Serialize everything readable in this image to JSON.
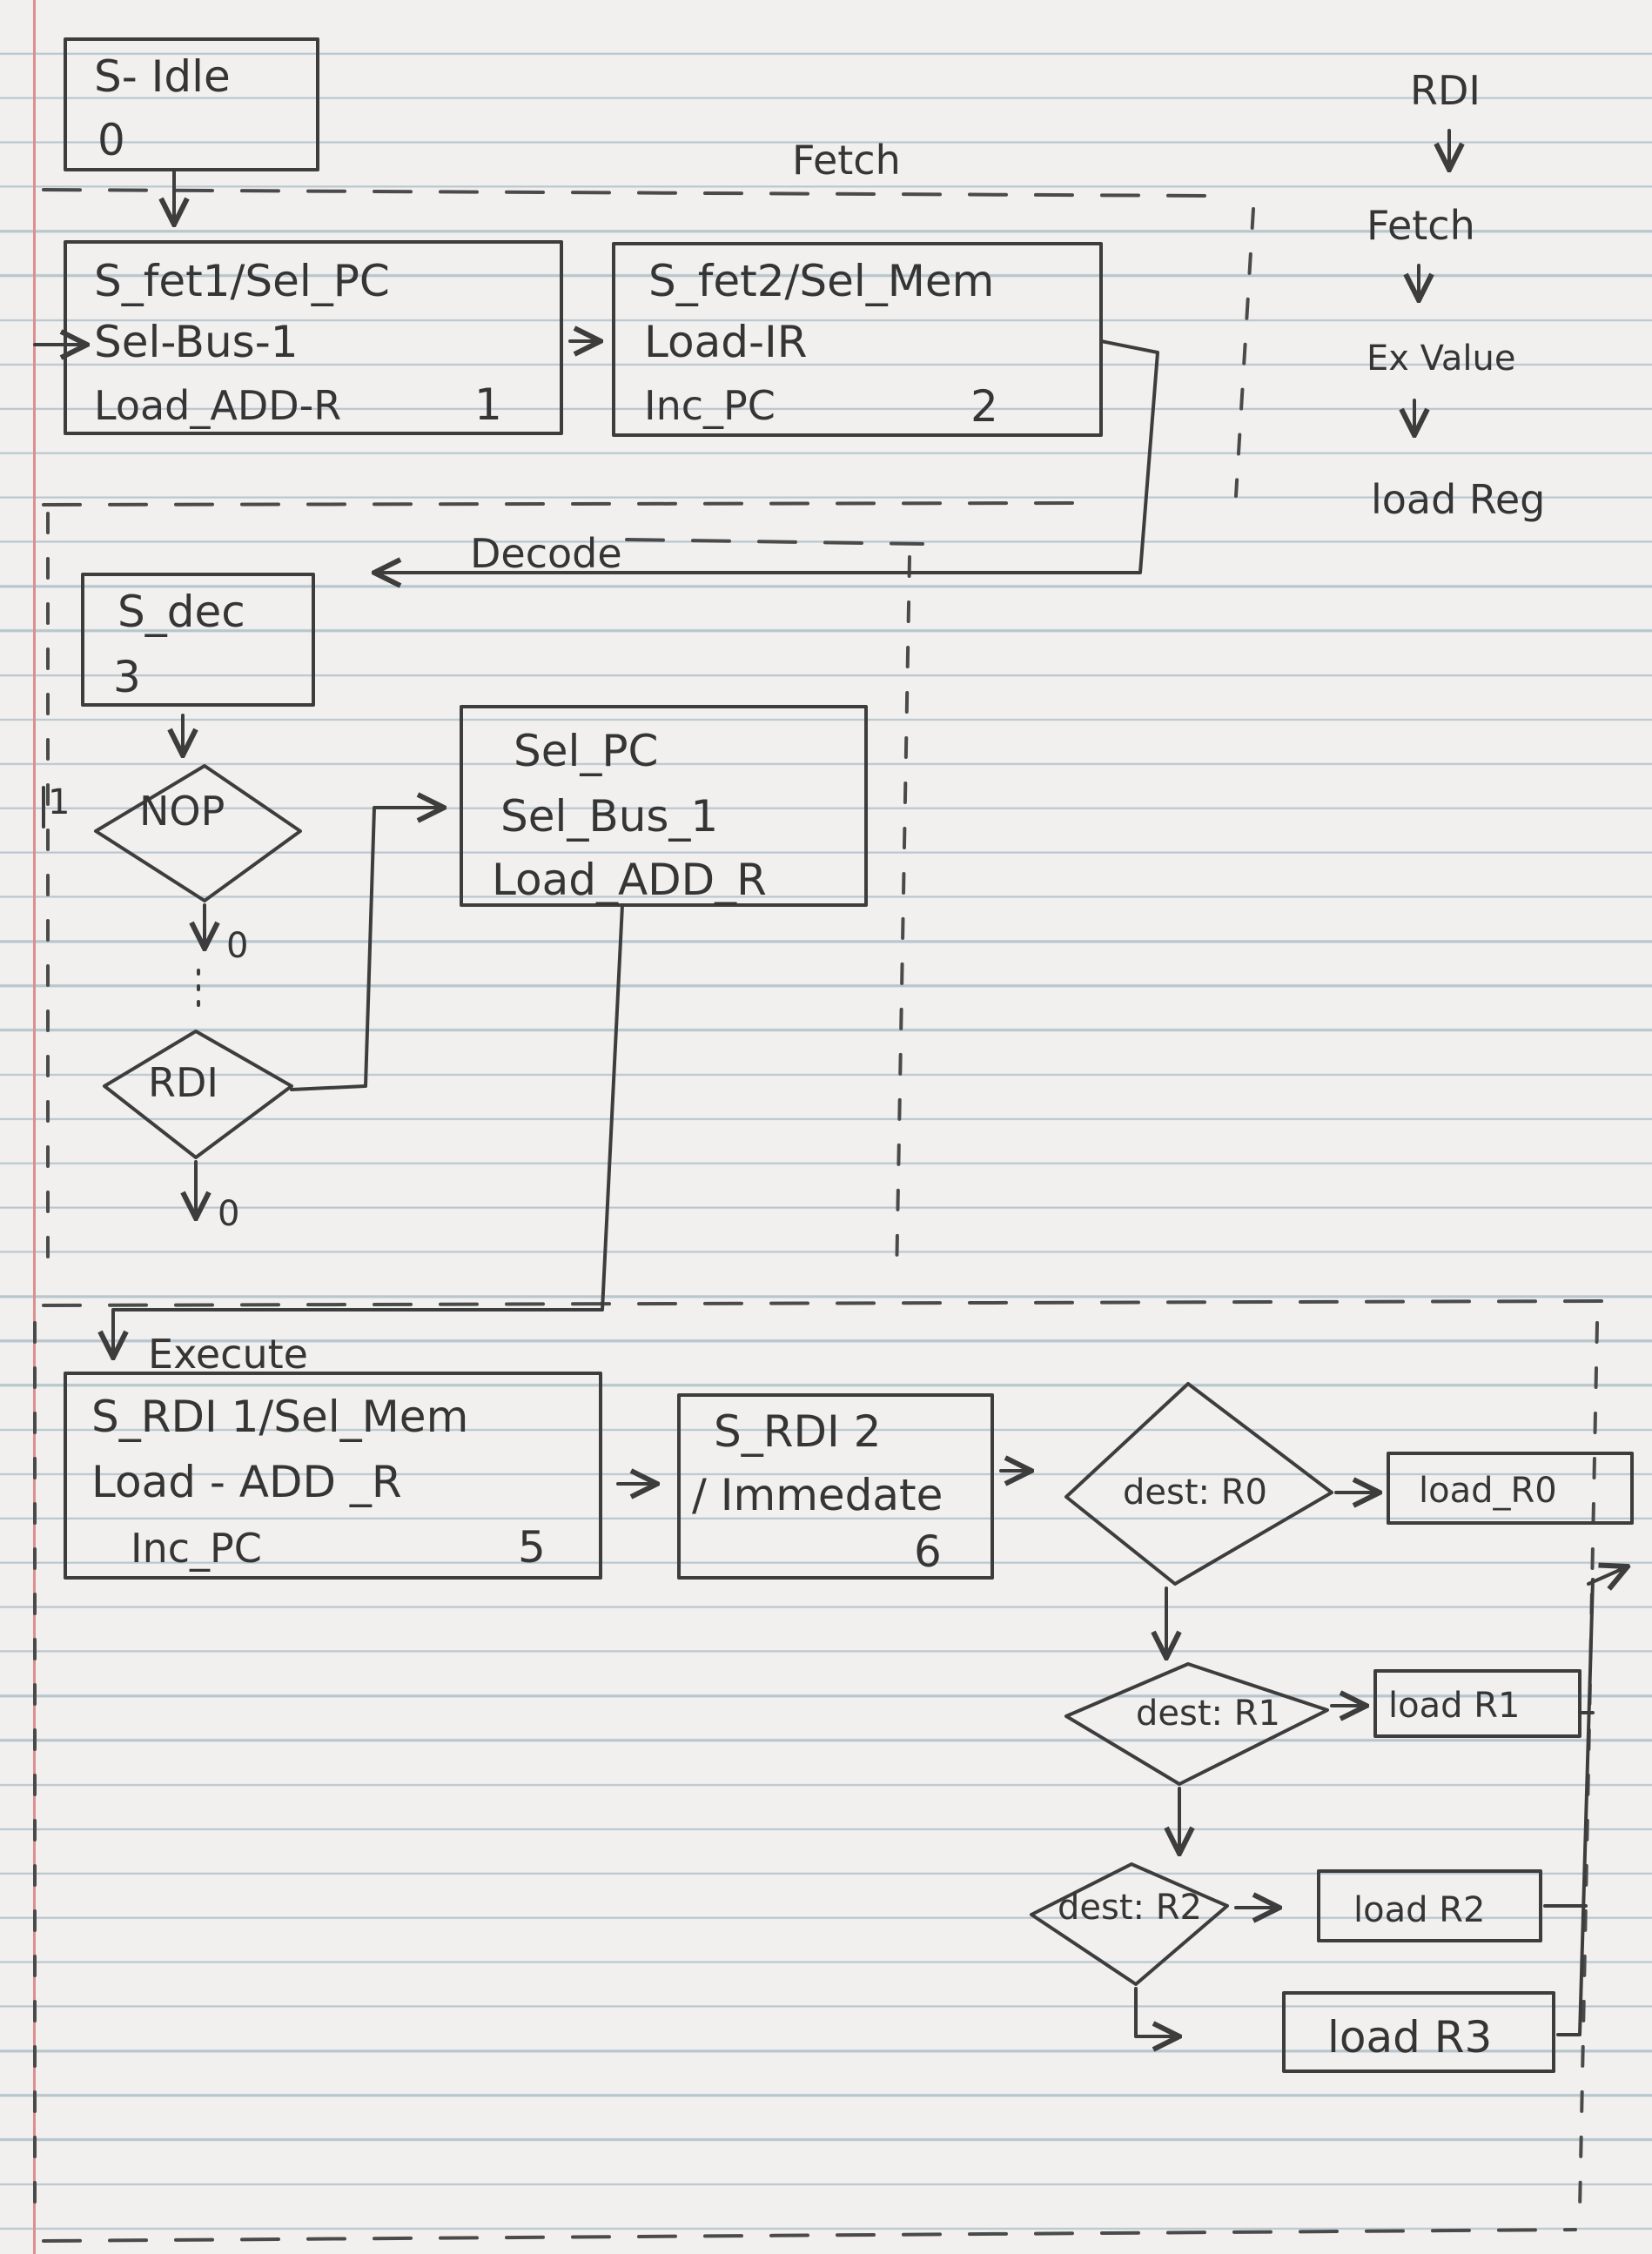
{
  "sections": {
    "fetch": "Fetch",
    "decode": "Decode",
    "execute": "Execute"
  },
  "states": {
    "idle": {
      "name": "S- Idle",
      "num": "0"
    },
    "fet1": {
      "line1": "S_fet1/Sel_PC",
      "line2": "Sel-Bus-1",
      "line3": "Load_ADD-R",
      "num": "1"
    },
    "fet2": {
      "line1": "S_fet2/Sel_Mem",
      "line2": "Load-IR",
      "line3": "Inc_PC",
      "num": "2"
    },
    "dec": {
      "name": "S_dec",
      "num": "3"
    },
    "addr": {
      "line1": "Sel_PC",
      "line2": "Sel_Bus_1",
      "line3": "Load_ADD_R"
    },
    "rdi1": {
      "line1": "S_RDI 1/Sel_Mem",
      "line2": "Load - ADD _R",
      "line3": "Inc_PC",
      "num": "5"
    },
    "rdi2": {
      "line1": "S_RDI 2",
      "line2": "/ Immedate",
      "num": "6"
    }
  },
  "decisions": {
    "nop": {
      "label": "NOP",
      "branch_true": "1",
      "branch_false": "0"
    },
    "rdi": {
      "label": "RDI",
      "branch_false": "0"
    },
    "dest0": {
      "label": "dest: R0"
    },
    "dest1": {
      "label": "dest: R1"
    },
    "dest2": {
      "label": "dest: R2"
    }
  },
  "loads": {
    "r0": "load_R0",
    "r1": "load R1",
    "r2": "load R2",
    "r3": "load R3"
  },
  "sidebar": {
    "title": "RDI",
    "steps": [
      "Fetch",
      "Ex Value",
      "load Reg"
    ]
  }
}
